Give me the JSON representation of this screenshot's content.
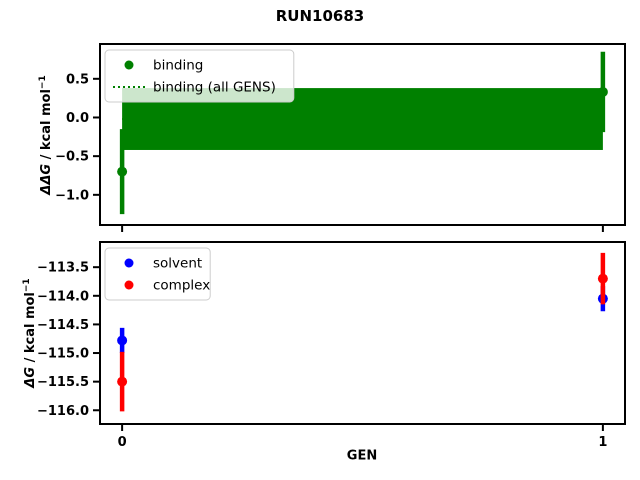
{
  "figure": {
    "title": "RUN10683",
    "xlabel": "GEN",
    "background": "#ffffff"
  },
  "chart_data": [
    {
      "name": "binding-panel",
      "type": "scatter",
      "ylabel": "ΔΔG / kcal mol⁻¹",
      "ylabel_parts": [
        {
          "t": "ΔΔG",
          "style": "italic"
        },
        {
          "t": " / kcal mol",
          "style": "normal"
        },
        {
          "t": "−1",
          "style": "sup"
        }
      ],
      "xlim": [
        -0.046,
        1.046
      ],
      "ylim": [
        -1.39,
        0.95
      ],
      "grid": false,
      "yticks": [
        {
          "v": 0.5,
          "label": "0.5"
        },
        {
          "v": 0.0,
          "label": "0.0"
        },
        {
          "v": -0.5,
          "label": "−0.5"
        },
        {
          "v": -1.0,
          "label": "−1.0"
        }
      ],
      "xticks": [
        {
          "v": 0,
          "label": "0"
        },
        {
          "v": 1,
          "label": "1"
        }
      ],
      "xticklabels_visible": false,
      "series": [
        {
          "name": "binding",
          "color": "#008000",
          "x": [
            0,
            1
          ],
          "y": [
            -0.7,
            0.33
          ],
          "yerr": [
            0.55,
            0.52
          ]
        }
      ],
      "band": {
        "name": "binding (all GENS)",
        "color": "#008000",
        "x": [
          0,
          1
        ],
        "center": -0.02,
        "lo": -0.42,
        "hi": 0.38,
        "line_style": "dotted"
      },
      "legend": {
        "position": "upper left",
        "entries": [
          {
            "label": "binding",
            "marker": "dot",
            "color": "#008000"
          },
          {
            "label": "binding (all GENS)",
            "marker": "dotted-line",
            "color": "#008000"
          }
        ]
      }
    },
    {
      "name": "dg-panel",
      "type": "scatter",
      "ylabel": "ΔG / kcal mol⁻¹",
      "ylabel_parts": [
        {
          "t": "ΔG",
          "style": "italic"
        },
        {
          "t": " / kcal mol",
          "style": "normal"
        },
        {
          "t": "−1",
          "style": "sup"
        }
      ],
      "xlim": [
        -0.046,
        1.046
      ],
      "ylim": [
        -116.24,
        -113.06
      ],
      "grid": false,
      "yticks": [
        {
          "v": -113.5,
          "label": "−113.5"
        },
        {
          "v": -114.0,
          "label": "−114.0"
        },
        {
          "v": -114.5,
          "label": "−114.5"
        },
        {
          "v": -115.0,
          "label": "−115.0"
        },
        {
          "v": -115.5,
          "label": "−115.5"
        },
        {
          "v": -116.0,
          "label": "−116.0"
        }
      ],
      "xticks": [
        {
          "v": 0,
          "label": "0"
        },
        {
          "v": 1,
          "label": "1"
        }
      ],
      "xticklabels_visible": true,
      "series": [
        {
          "name": "solvent",
          "color": "#0000ff",
          "x": [
            0,
            1
          ],
          "y": [
            -114.78,
            -114.05
          ],
          "yerr": [
            0.22,
            0.22
          ]
        },
        {
          "name": "complex",
          "color": "#ff0000",
          "x": [
            0,
            1
          ],
          "y": [
            -115.5,
            -113.7
          ],
          "yerr": [
            0.52,
            0.45
          ]
        }
      ],
      "legend": {
        "position": "upper left",
        "entries": [
          {
            "label": "solvent",
            "marker": "dot",
            "color": "#0000ff"
          },
          {
            "label": "complex",
            "marker": "dot",
            "color": "#ff0000"
          }
        ]
      }
    }
  ]
}
